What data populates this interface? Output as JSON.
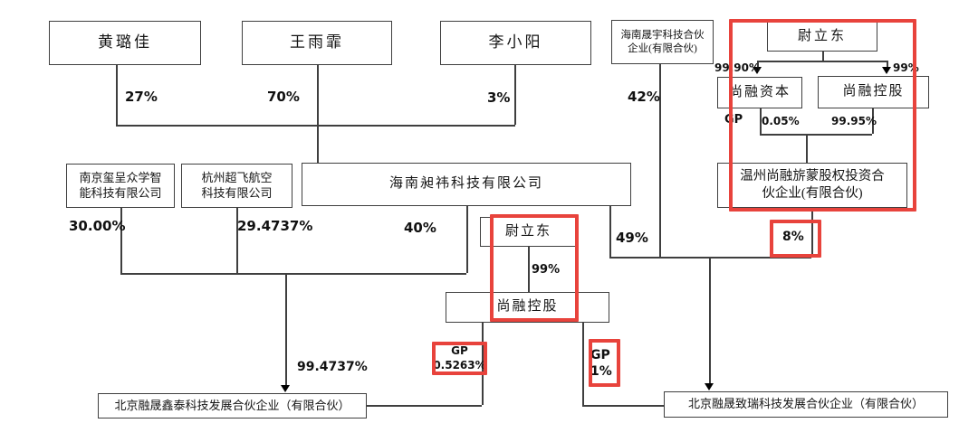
{
  "diagram": {
    "kind": "equity-ownership-structure",
    "colors": {
      "highlight_red": "#e8433c",
      "line": "#3f3f3f",
      "box_bg": "#ffffff"
    }
  },
  "nodes": {
    "huang_lujia": {
      "label": "黄璐佳"
    },
    "wang_yufei": {
      "label": "王雨霏"
    },
    "li_xiaoyang": {
      "label": "李小阳"
    },
    "hainan_shengyu": {
      "line1": "海南晟宇科技合伙",
      "line2": "企业(有限合伙)"
    },
    "wei_lidong_top": {
      "label": "尉立东"
    },
    "shangrong_ziben": {
      "label": "尚融资本"
    },
    "shangrong_konggu_top": {
      "label": "尚融控股"
    },
    "wenzhou_shangrong": {
      "line1": "温州尚融旂蒙股权投资合",
      "line2": "伙企业(有限合伙)"
    },
    "nanjing_xicheng": {
      "line1": "南京玺呈众学智",
      "line2": "能科技有限公司"
    },
    "hangzhou_chaofei": {
      "line1": "杭州超飞航空",
      "line2": "科技有限公司"
    },
    "hainan_changyi": {
      "label": "海南昶祎科技有限公司"
    },
    "wei_lidong_mid": {
      "label": "尉立东"
    },
    "shangrong_konggu_mid": {
      "label": "尚融控股"
    },
    "beijing_xintai": {
      "label": "北京融晟鑫泰科技发展合伙企业（有限合伙）"
    },
    "beijing_zhirui": {
      "label": "北京融晟致瑞科技发展合伙企业（有限合伙）"
    }
  },
  "labels": {
    "huang_pct": "27%",
    "wang_pct": "70%",
    "li_pct": "3%",
    "shengyu_pct": "42%",
    "wld_to_ziben_pct": "99.90%",
    "wld_to_konggu_pct": "99%",
    "ziben_gp": "GP",
    "ziben_to_wenzhou_pct": "0.05%",
    "konggu_to_wenzhou_pct": "99.95%",
    "nanjing_pct": "30.00%",
    "hangzhou_pct": "29.4737%",
    "changyi_to_xintai_pct": "40%",
    "changyi_to_zhirui_pct": "49%",
    "wenzhou_pct": "8%",
    "wld_mid_pct": "99%",
    "gp_left_line1": "GP",
    "gp_left_line2": "0.5263%",
    "gp_right_line1": "GP",
    "gp_right_line2": "1%",
    "merged_to_xintai_pct": "99.4737%"
  }
}
